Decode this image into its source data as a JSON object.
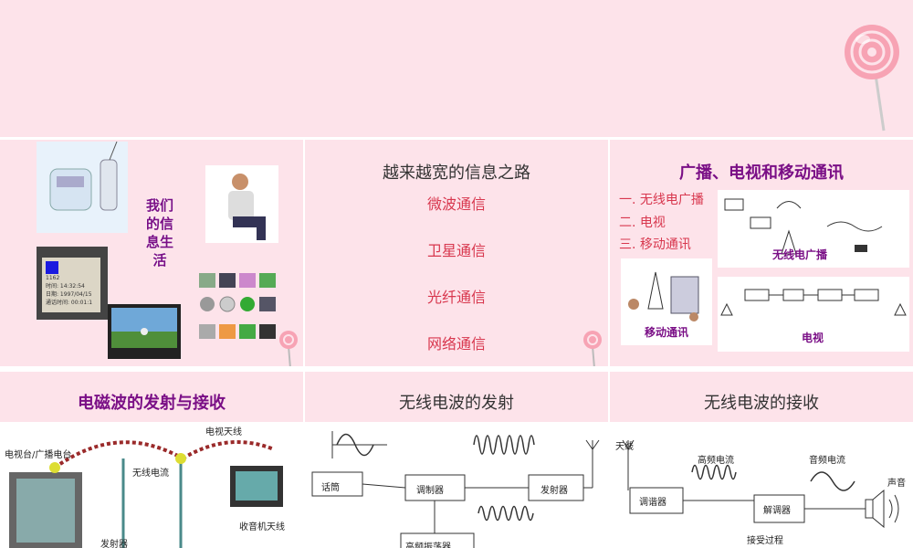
{
  "slide1": {
    "vertical_text": [
      "我们",
      "的信",
      "息生",
      "活"
    ],
    "phone_screen_lines": [
      "1162",
      "时间: 14:32:54",
      "日期: 1997/04/15",
      "通话时间: 00:01:1"
    ]
  },
  "slide2": {
    "title": "越来越宽的信息之路",
    "items": [
      "微波通信",
      "卫星通信",
      "光纤通信",
      "网络通信"
    ]
  },
  "slide3": {
    "title": "广播、电视和移动通讯",
    "list": [
      "一. 无线电广播",
      "二. 电视",
      "三. 移动通讯"
    ],
    "radio_caption": "无线电广播",
    "tv_caption": "电视",
    "mobile_caption": "移动通讯"
  },
  "slide4": {
    "title": "电磁波的发射与接收",
    "labels": {
      "station": "电视台/广播电台",
      "antenna_current": "无线电流",
      "tv_antenna": "电视天线",
      "transmitter": "发射器",
      "radio_antenna": "收音机天线"
    }
  },
  "slide5": {
    "title": "无线电波的发射",
    "labels": {
      "mic": "话筒",
      "modulator": "调制器",
      "transmitter": "发射器",
      "oscillator": "高频振荡器"
    }
  },
  "slide6": {
    "title": "无线电波的接收",
    "labels": {
      "antenna": "天线",
      "hf_current": "高频电流",
      "af_current": "音频电流",
      "tuner": "调谐器",
      "demodulator": "解调器",
      "sound": "声音",
      "process": "接受过程"
    }
  },
  "colors": {
    "bg": "#fde3ea",
    "purple": "#7a0f86",
    "red": "#d8374e"
  }
}
